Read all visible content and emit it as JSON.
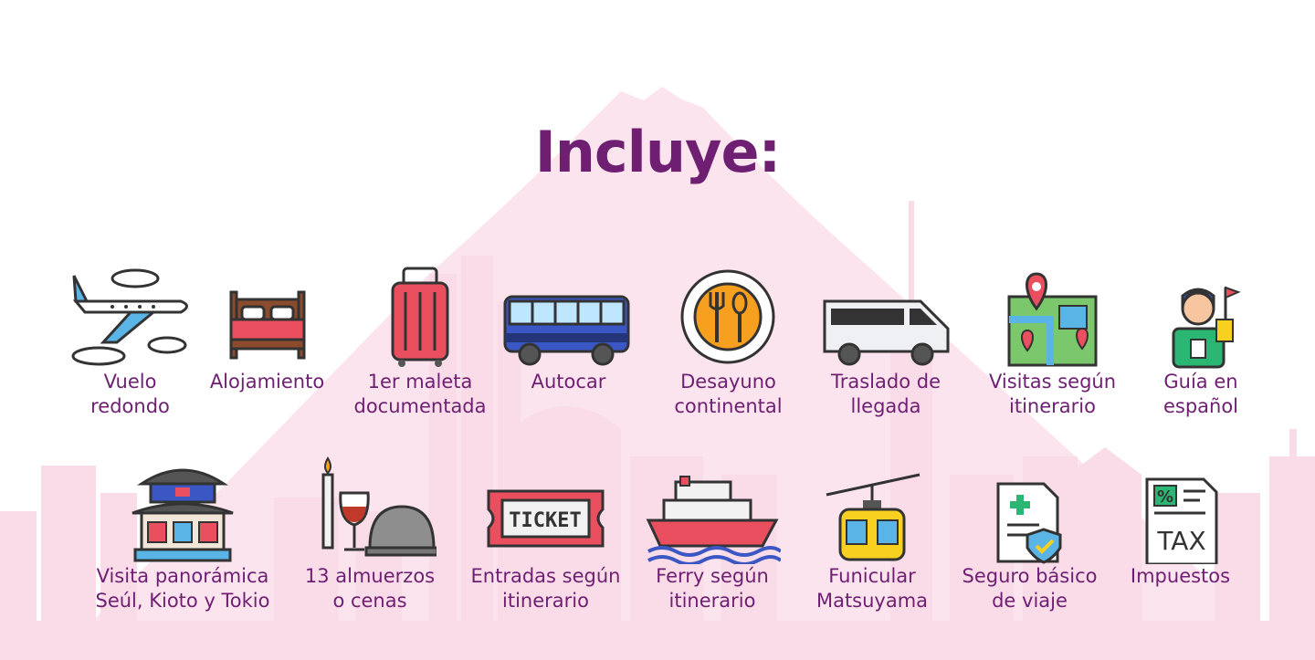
{
  "title": "Incluye:",
  "colors": {
    "accent": "#6e1f72",
    "background_silhouette": "#fadbe8"
  },
  "items": [
    {
      "label": "Vuelo\nredondo",
      "icon": "airplane-icon"
    },
    {
      "label": "Alojamiento",
      "icon": "bed-icon"
    },
    {
      "label": "1er maleta\ndocumentada",
      "icon": "suitcase-icon"
    },
    {
      "label": "Autocar",
      "icon": "bus-icon"
    },
    {
      "label": "Desayuno\ncontinental",
      "icon": "breakfast-plate-icon"
    },
    {
      "label": "Traslado de\nllegada",
      "icon": "van-icon"
    },
    {
      "label": "Visitas según\nitinerario",
      "icon": "map-pins-icon"
    },
    {
      "label": "Guía en\nespañol",
      "icon": "tour-guide-icon"
    },
    {
      "label": "Visita panorámica\nSeúl, Kioto y Tokio",
      "icon": "pagoda-icon"
    },
    {
      "label": "13 almuerzos\no cenas",
      "icon": "dinner-cloche-icon"
    },
    {
      "label": "Entradas según\nitinerario",
      "icon": "ticket-icon",
      "icon_text": "TICKET"
    },
    {
      "label": "Ferry según\nitinerario",
      "icon": "ferry-icon"
    },
    {
      "label": "Funicular\nMatsuyama",
      "icon": "cable-car-icon"
    },
    {
      "label": "Seguro básico\nde viaje",
      "icon": "insurance-document-icon"
    },
    {
      "label": "Impuestos",
      "icon": "tax-document-icon",
      "icon_text": "TAX"
    }
  ]
}
